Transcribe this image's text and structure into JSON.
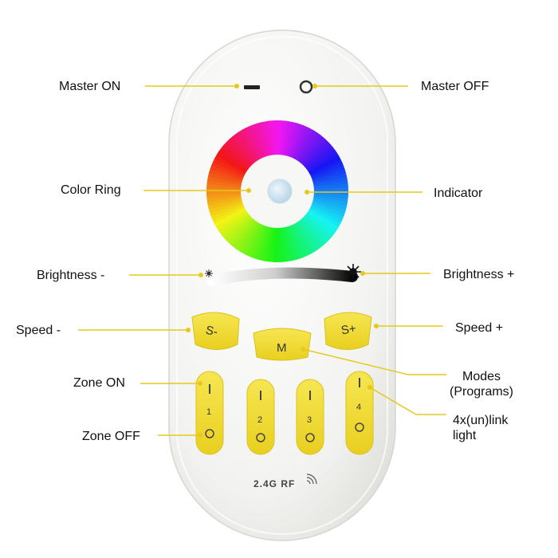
{
  "labels": {
    "master_on": "Master ON",
    "master_off": "Master OFF",
    "color_ring": "Color Ring",
    "indicator": "Indicator",
    "brightness_minus": "Brightness -",
    "brightness_plus": "Brightness +",
    "speed_minus": "Speed -",
    "speed_plus": "Speed +",
    "zone_on": "Zone ON",
    "zone_off": "Zone OFF",
    "modes_line1": "Modes",
    "modes_line2": "(Programs)",
    "link_line1": "4x(un)link",
    "link_line2": "light"
  },
  "remote": {
    "speed_minus_key": "S-",
    "speed_plus_key": "S+",
    "mode_key": "M",
    "zone_numbers": [
      "1",
      "2",
      "3",
      "4"
    ],
    "rf_badge": "2.4G RF"
  },
  "colors": {
    "body": "#f4f4f2",
    "key_yellow": "#f3e03a",
    "leader_line": "#e6c81e"
  }
}
